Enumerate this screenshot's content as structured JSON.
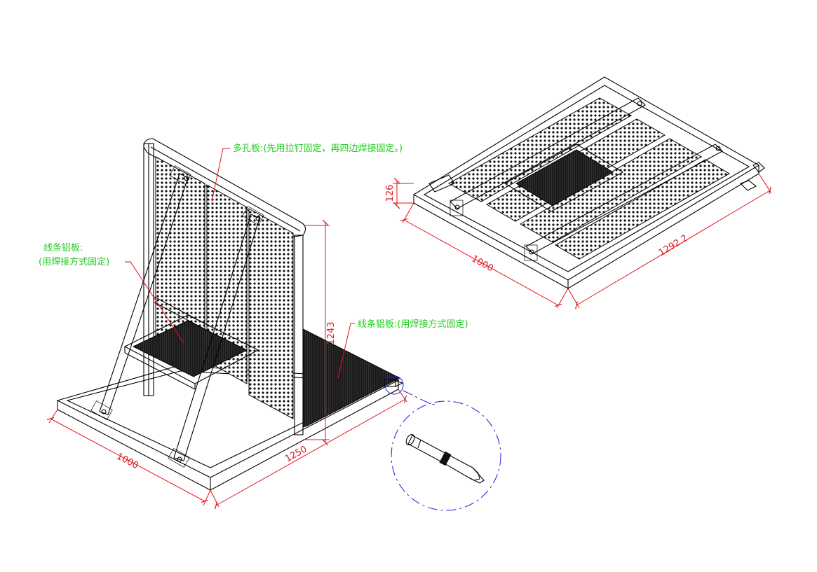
{
  "notes": {
    "perforated_panel": "多孔板:(先用拉钉固定，再四边焊接固定。)",
    "aluminum_plate_line1": "线条铝板:",
    "aluminum_plate_line2": "(用焊接方式固定)",
    "aluminum_plate_right": "线条铝板:(用焊接方式固定)"
  },
  "dimensions": {
    "left_width": "1000",
    "left_depth": "1250",
    "left_height": "1243",
    "right_width": "1000",
    "right_length": "1292.2",
    "right_height": "126"
  },
  "colors": {
    "dimension": "#e4111c",
    "note": "#22cc22",
    "detail_circle": "#1a1adf",
    "line": "#000000"
  }
}
